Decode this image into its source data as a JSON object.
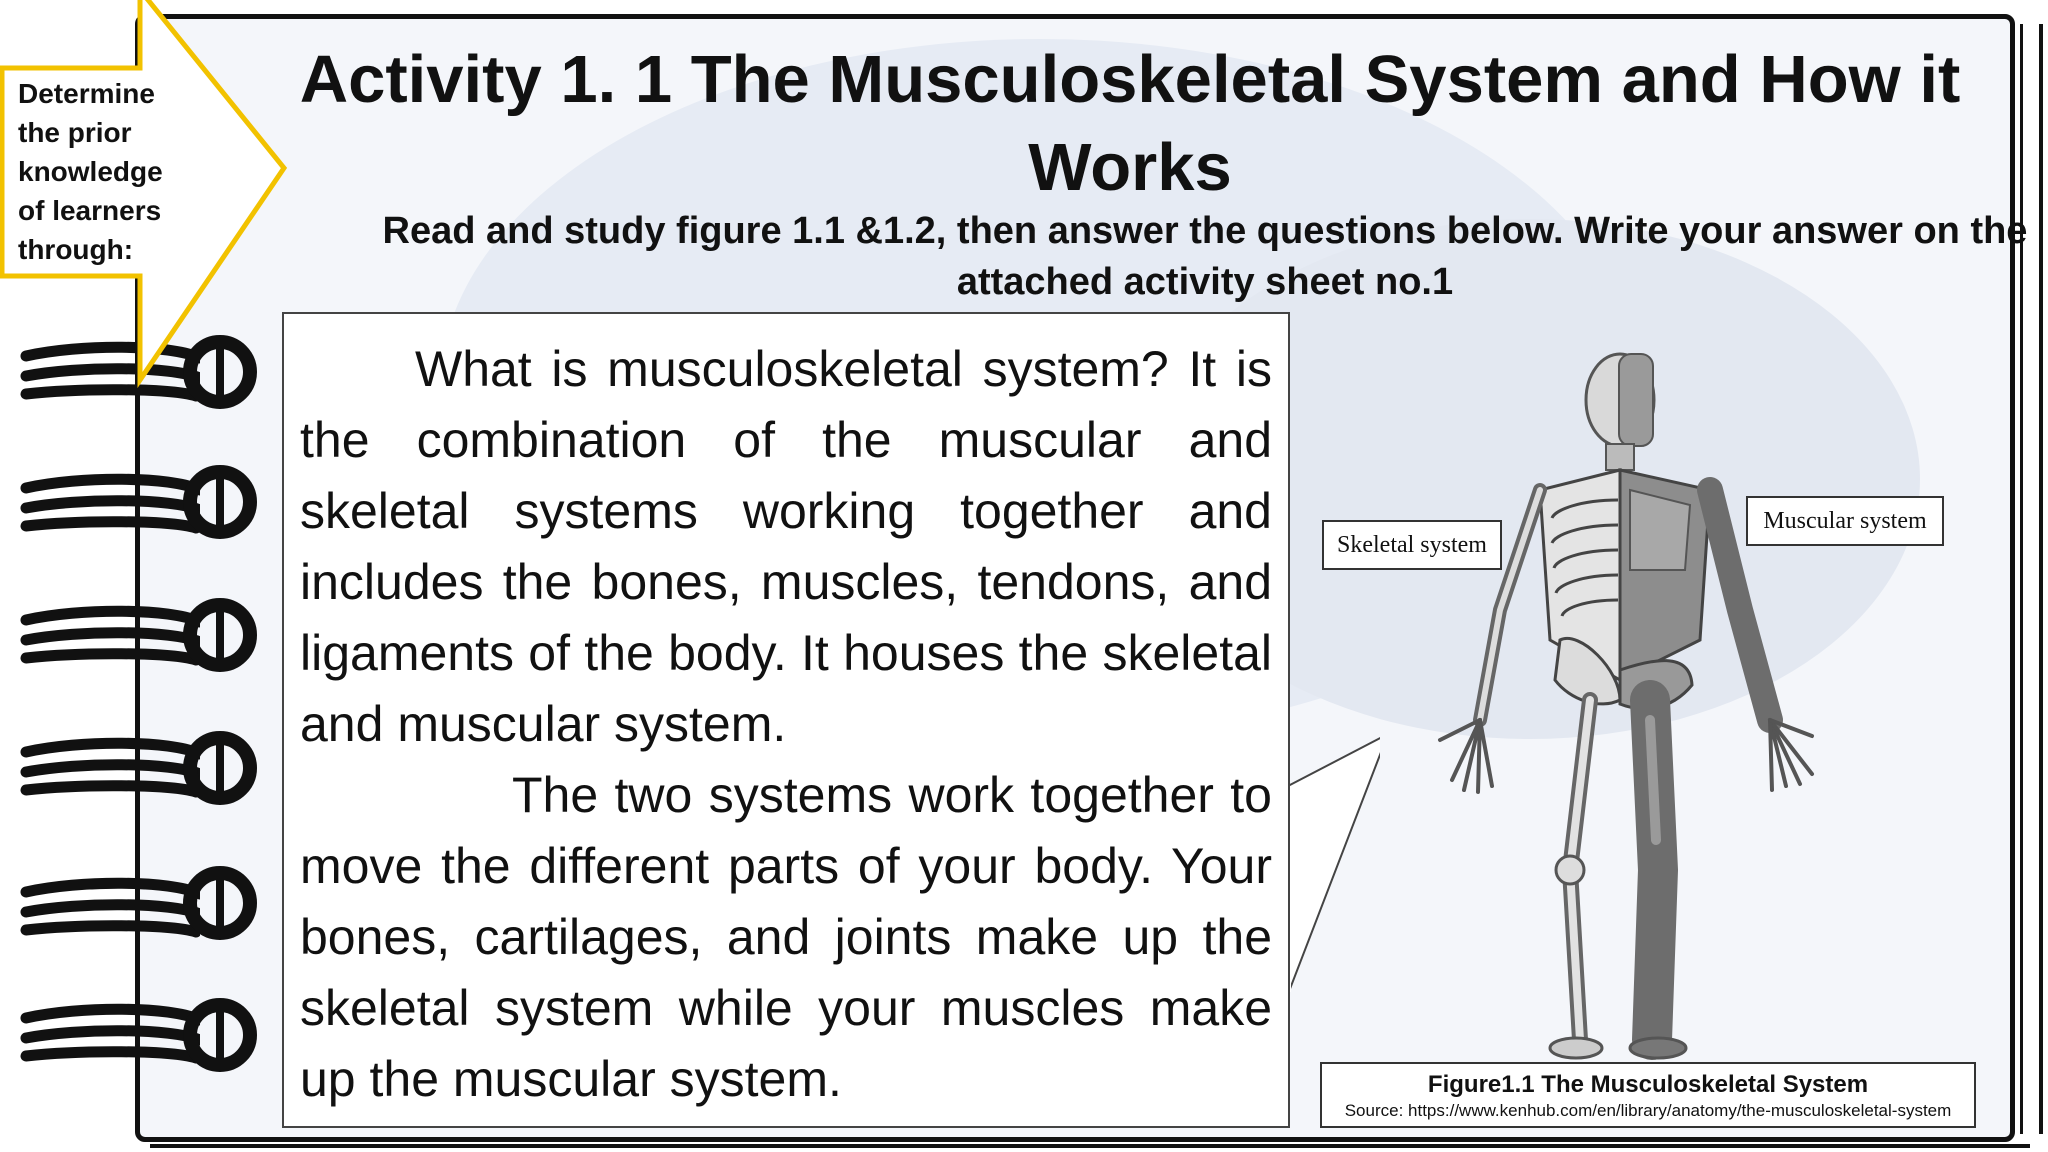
{
  "teacher_note": {
    "text": "Determine the prior knowledge of learners through:"
  },
  "activity": {
    "title": "Activity 1. 1 The Musculoskeletal System and How it Works",
    "instructions": "Read and study figure 1.1 &1.2, then answer the questions below. Write your answer on the attached activity sheet no.1"
  },
  "reading": {
    "paragraph1": "What is musculoskeletal system? It is the combination of the muscular and skeletal systems working together and includes the bones, muscles, tendons, and ligaments of the body. It houses the skeletal and muscular system.",
    "paragraph2": "The two systems work together to move the different parts of your body. Your bones, cartilages, and joints make up the skeletal system while your muscles make up the muscular system."
  },
  "figure": {
    "label_left": "Skeletal system",
    "label_right": "Muscular system",
    "caption_title": "Figure1.1 The Musculoskeletal System",
    "caption_source": "Source: https://www.kenhub.com/en/library/anatomy/the-musculoskeletal-system"
  },
  "colors": {
    "accent_yellow": "#f2c200",
    "page_background": "#f4f6fa",
    "ink": "#111111"
  }
}
